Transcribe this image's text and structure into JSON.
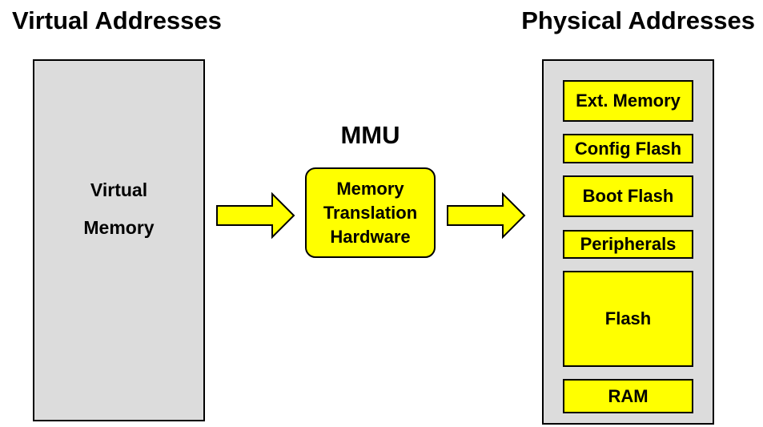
{
  "headings": {
    "virtual": "Virtual Addresses",
    "physical": "Physical Addresses"
  },
  "virtual_memory": {
    "line1": "Virtual",
    "line2": "Memory"
  },
  "mmu": {
    "label": "MMU",
    "box_lines": [
      "Memory",
      "Translation",
      "Hardware"
    ]
  },
  "physical_regions": [
    "Ext. Memory",
    "Config Flash",
    "Boot Flash",
    "Peripherals",
    "Flash",
    "RAM"
  ],
  "colors": {
    "region_fill": "#ffff00",
    "panel_fill": "#dcdcdc",
    "outline": "#000000"
  }
}
